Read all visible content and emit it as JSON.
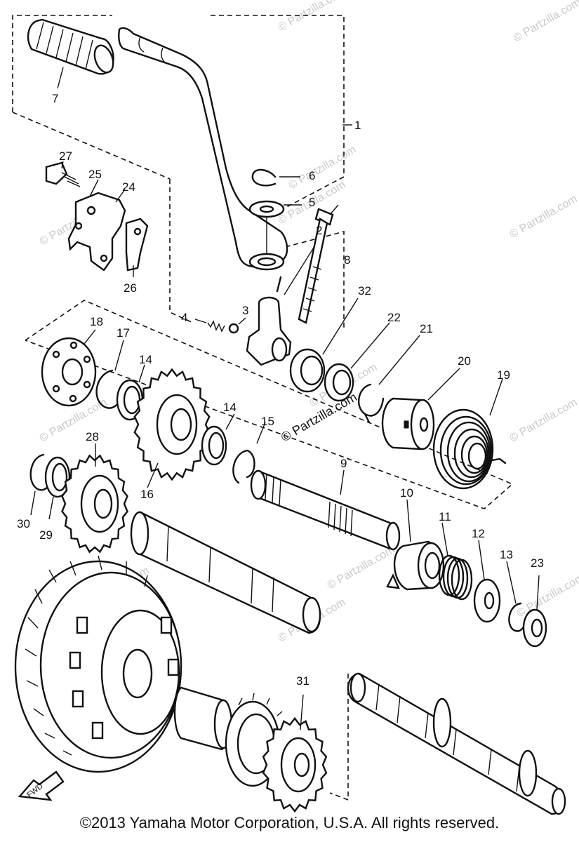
{
  "callouts": [
    "1",
    "2",
    "3",
    "4",
    "5",
    "6",
    "7",
    "8",
    "9",
    "10",
    "11",
    "12",
    "13",
    "14",
    "14",
    "15",
    "16",
    "17",
    "18",
    "19",
    "20",
    "21",
    "22",
    "23",
    "24",
    "25",
    "26",
    "27",
    "28",
    "29",
    "30",
    "31",
    "32"
  ],
  "watermark": "© Partzilla.com",
  "fwd_label": "FWD",
  "copyright": "©2013 Yamaha Motor Corporation, U.S.A. All rights reserved."
}
